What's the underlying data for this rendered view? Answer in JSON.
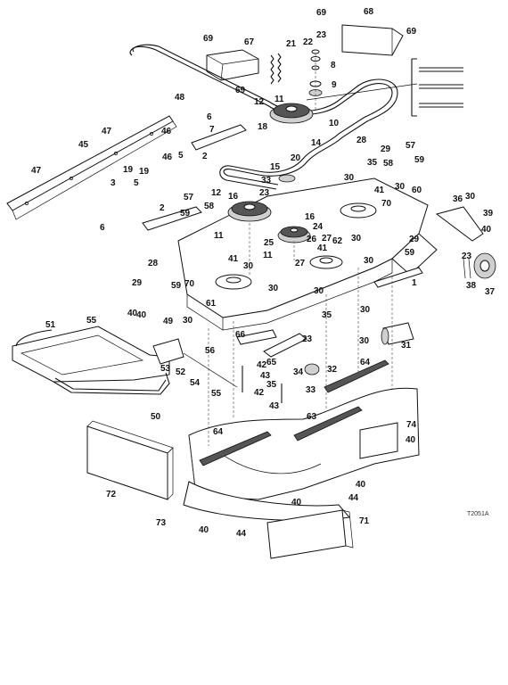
{
  "figure_id": "T2051A",
  "labels": [
    {
      "t": "69"
    },
    {
      "t": "68"
    },
    {
      "t": "69"
    },
    {
      "t": "69"
    },
    {
      "t": "67"
    },
    {
      "t": "21"
    },
    {
      "t": "22"
    },
    {
      "t": "23"
    },
    {
      "t": "8"
    },
    {
      "t": "48"
    },
    {
      "t": "69"
    },
    {
      "t": "12"
    },
    {
      "t": "11"
    },
    {
      "t": "9"
    },
    {
      "t": "10"
    },
    {
      "t": "6"
    },
    {
      "t": "7"
    },
    {
      "t": "18"
    },
    {
      "t": "14"
    },
    {
      "t": "47"
    },
    {
      "t": "45"
    },
    {
      "t": "46"
    },
    {
      "t": "19"
    },
    {
      "t": "5"
    },
    {
      "t": "2"
    },
    {
      "t": "28"
    },
    {
      "t": "29"
    },
    {
      "t": "57"
    },
    {
      "t": "15"
    },
    {
      "t": "20"
    },
    {
      "t": "35"
    },
    {
      "t": "58"
    },
    {
      "t": "59"
    },
    {
      "t": "47"
    },
    {
      "t": "3"
    },
    {
      "t": "5"
    },
    {
      "t": "33"
    },
    {
      "t": "23"
    },
    {
      "t": "30"
    },
    {
      "t": "30"
    },
    {
      "t": "57"
    },
    {
      "t": "12"
    },
    {
      "t": "16"
    },
    {
      "t": "41"
    },
    {
      "t": "60"
    },
    {
      "t": "36"
    },
    {
      "t": "30"
    },
    {
      "t": "46"
    },
    {
      "t": "19"
    },
    {
      "t": "6"
    },
    {
      "t": "2"
    },
    {
      "t": "58"
    },
    {
      "t": "59"
    },
    {
      "t": "16"
    },
    {
      "t": "24"
    },
    {
      "t": "70"
    },
    {
      "t": "39"
    },
    {
      "t": "40"
    },
    {
      "t": "11"
    },
    {
      "t": "25"
    },
    {
      "t": "26"
    },
    {
      "t": "27"
    },
    {
      "t": "62"
    },
    {
      "t": "30"
    },
    {
      "t": "11"
    },
    {
      "t": "27"
    },
    {
      "t": "41"
    },
    {
      "t": "29"
    },
    {
      "t": "59"
    },
    {
      "t": "28"
    },
    {
      "t": "41"
    },
    {
      "t": "30"
    },
    {
      "t": "30"
    },
    {
      "t": "23"
    },
    {
      "t": "37"
    },
    {
      "t": "29"
    },
    {
      "t": "59"
    },
    {
      "t": "70"
    },
    {
      "t": "30"
    },
    {
      "t": "38"
    },
    {
      "t": "1"
    },
    {
      "t": "61"
    },
    {
      "t": "30"
    },
    {
      "t": "30"
    },
    {
      "t": "55"
    },
    {
      "t": "40"
    },
    {
      "t": "40"
    },
    {
      "t": "35"
    },
    {
      "t": "51"
    },
    {
      "t": "49"
    },
    {
      "t": "30"
    },
    {
      "t": "66"
    },
    {
      "t": "23"
    },
    {
      "t": "30"
    },
    {
      "t": "31"
    },
    {
      "t": "56"
    },
    {
      "t": "42"
    },
    {
      "t": "65"
    },
    {
      "t": "32"
    },
    {
      "t": "53"
    },
    {
      "t": "52"
    },
    {
      "t": "43"
    },
    {
      "t": "64"
    },
    {
      "t": "54"
    },
    {
      "t": "35"
    },
    {
      "t": "34"
    },
    {
      "t": "33"
    },
    {
      "t": "55"
    },
    {
      "t": "42"
    },
    {
      "t": "43"
    },
    {
      "t": "50"
    },
    {
      "t": "63"
    },
    {
      "t": "74"
    },
    {
      "t": "64"
    },
    {
      "t": "40"
    },
    {
      "t": "40"
    },
    {
      "t": "72"
    },
    {
      "t": "44"
    },
    {
      "t": "73"
    },
    {
      "t": "40"
    },
    {
      "t": "71"
    },
    {
      "t": "40"
    },
    {
      "t": "44"
    }
  ]
}
